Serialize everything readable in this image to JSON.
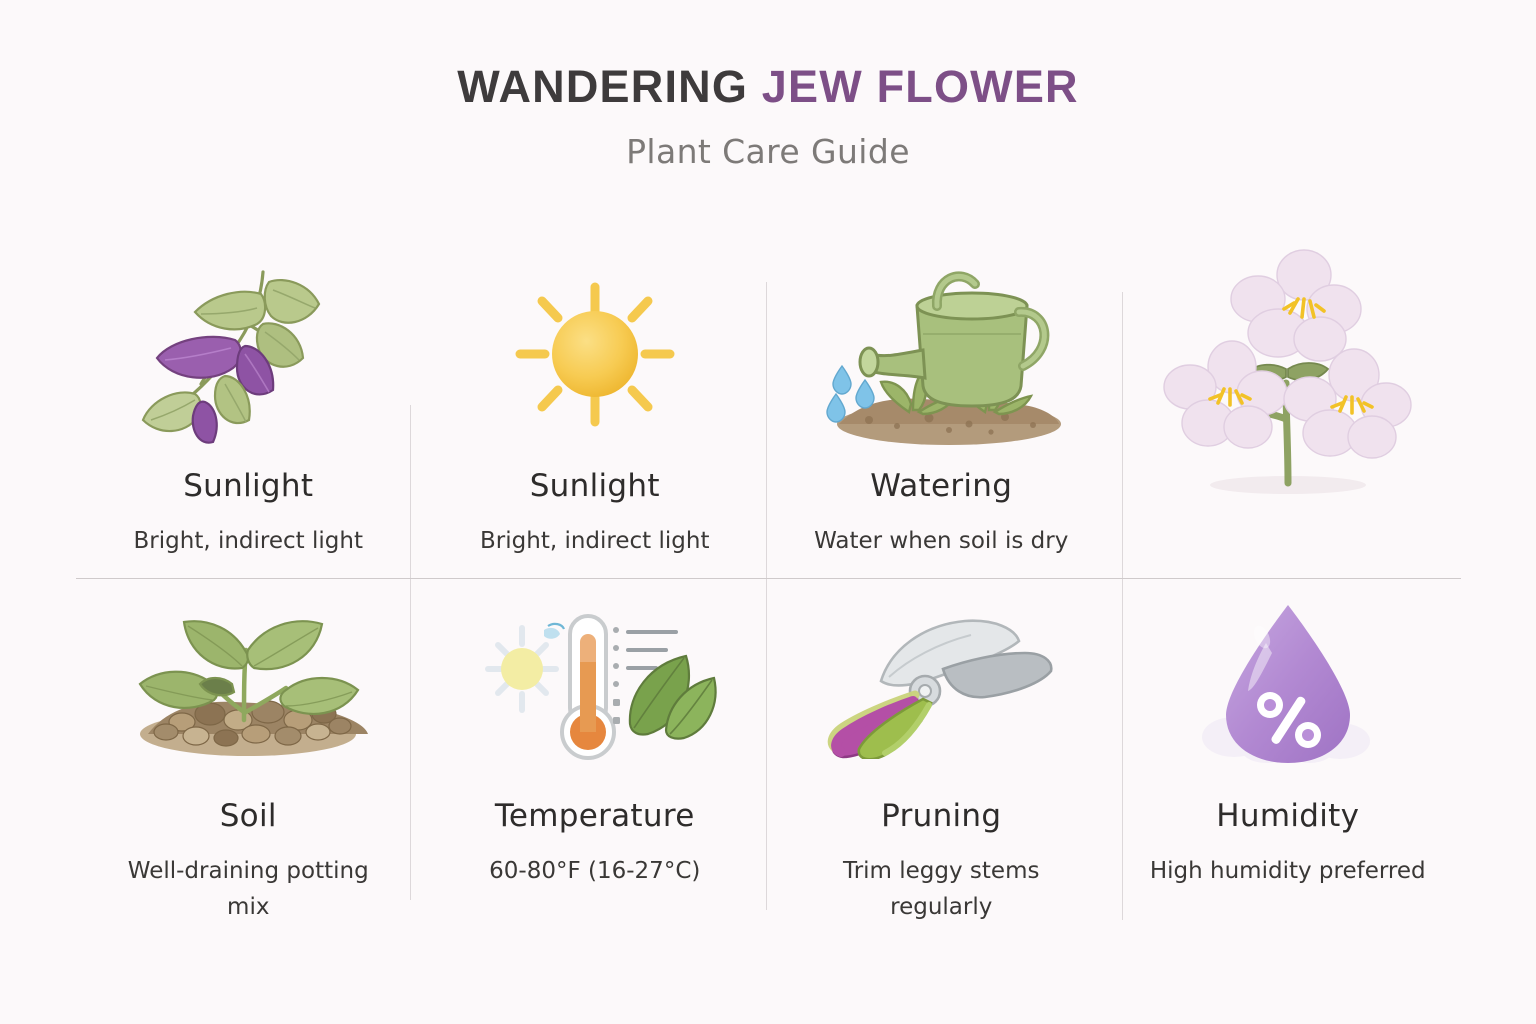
{
  "header": {
    "title_main": "WANDERING",
    "title_accent": "JEW FLOWER",
    "subtitle": "Plant Care Guide"
  },
  "colors": {
    "background": "#fcf9fa",
    "title_dark": "#3e3b3c",
    "title_purple": "#7d4f87",
    "subtitle_gray": "#7d7a78",
    "divider": "#ddd8da",
    "leaf_green": "#a8bd7e",
    "leaf_purple": "#8e5ea2",
    "sun_yellow": "#f5c242",
    "can_green": "#a4be7b",
    "water_blue": "#7fc3e8",
    "soil_brown": "#a08263",
    "thermo_orange": "#ec8b45",
    "shear_purple": "#b05ba0",
    "shear_green": "#9dbd55",
    "humidity_purple": "#b08fd0",
    "flower_pink": "#f0dcea"
  },
  "cards": [
    {
      "icon": "plant-sprig-icon",
      "title": "Sunlight",
      "description": "Bright, indirect light"
    },
    {
      "icon": "sun-icon",
      "title": "Sunlight",
      "description": "Bright, indirect light"
    },
    {
      "icon": "watering-can-icon",
      "title": "Watering",
      "description": "Water when soil is dry"
    },
    {
      "icon": "flowers-icon",
      "title": "",
      "description": ""
    },
    {
      "icon": "seedling-soil-icon",
      "title": "Soil",
      "description": "Well-draining potting mix"
    },
    {
      "icon": "thermometer-icon",
      "title": "Temperature",
      "description": "60-80°F (16-27°C)"
    },
    {
      "icon": "pruning-shears-icon",
      "title": "Pruning",
      "description": "Trim leggy stems regularly"
    },
    {
      "icon": "humidity-droplet-icon",
      "title": "Humidity",
      "description": "High humidity preferred"
    }
  ]
}
